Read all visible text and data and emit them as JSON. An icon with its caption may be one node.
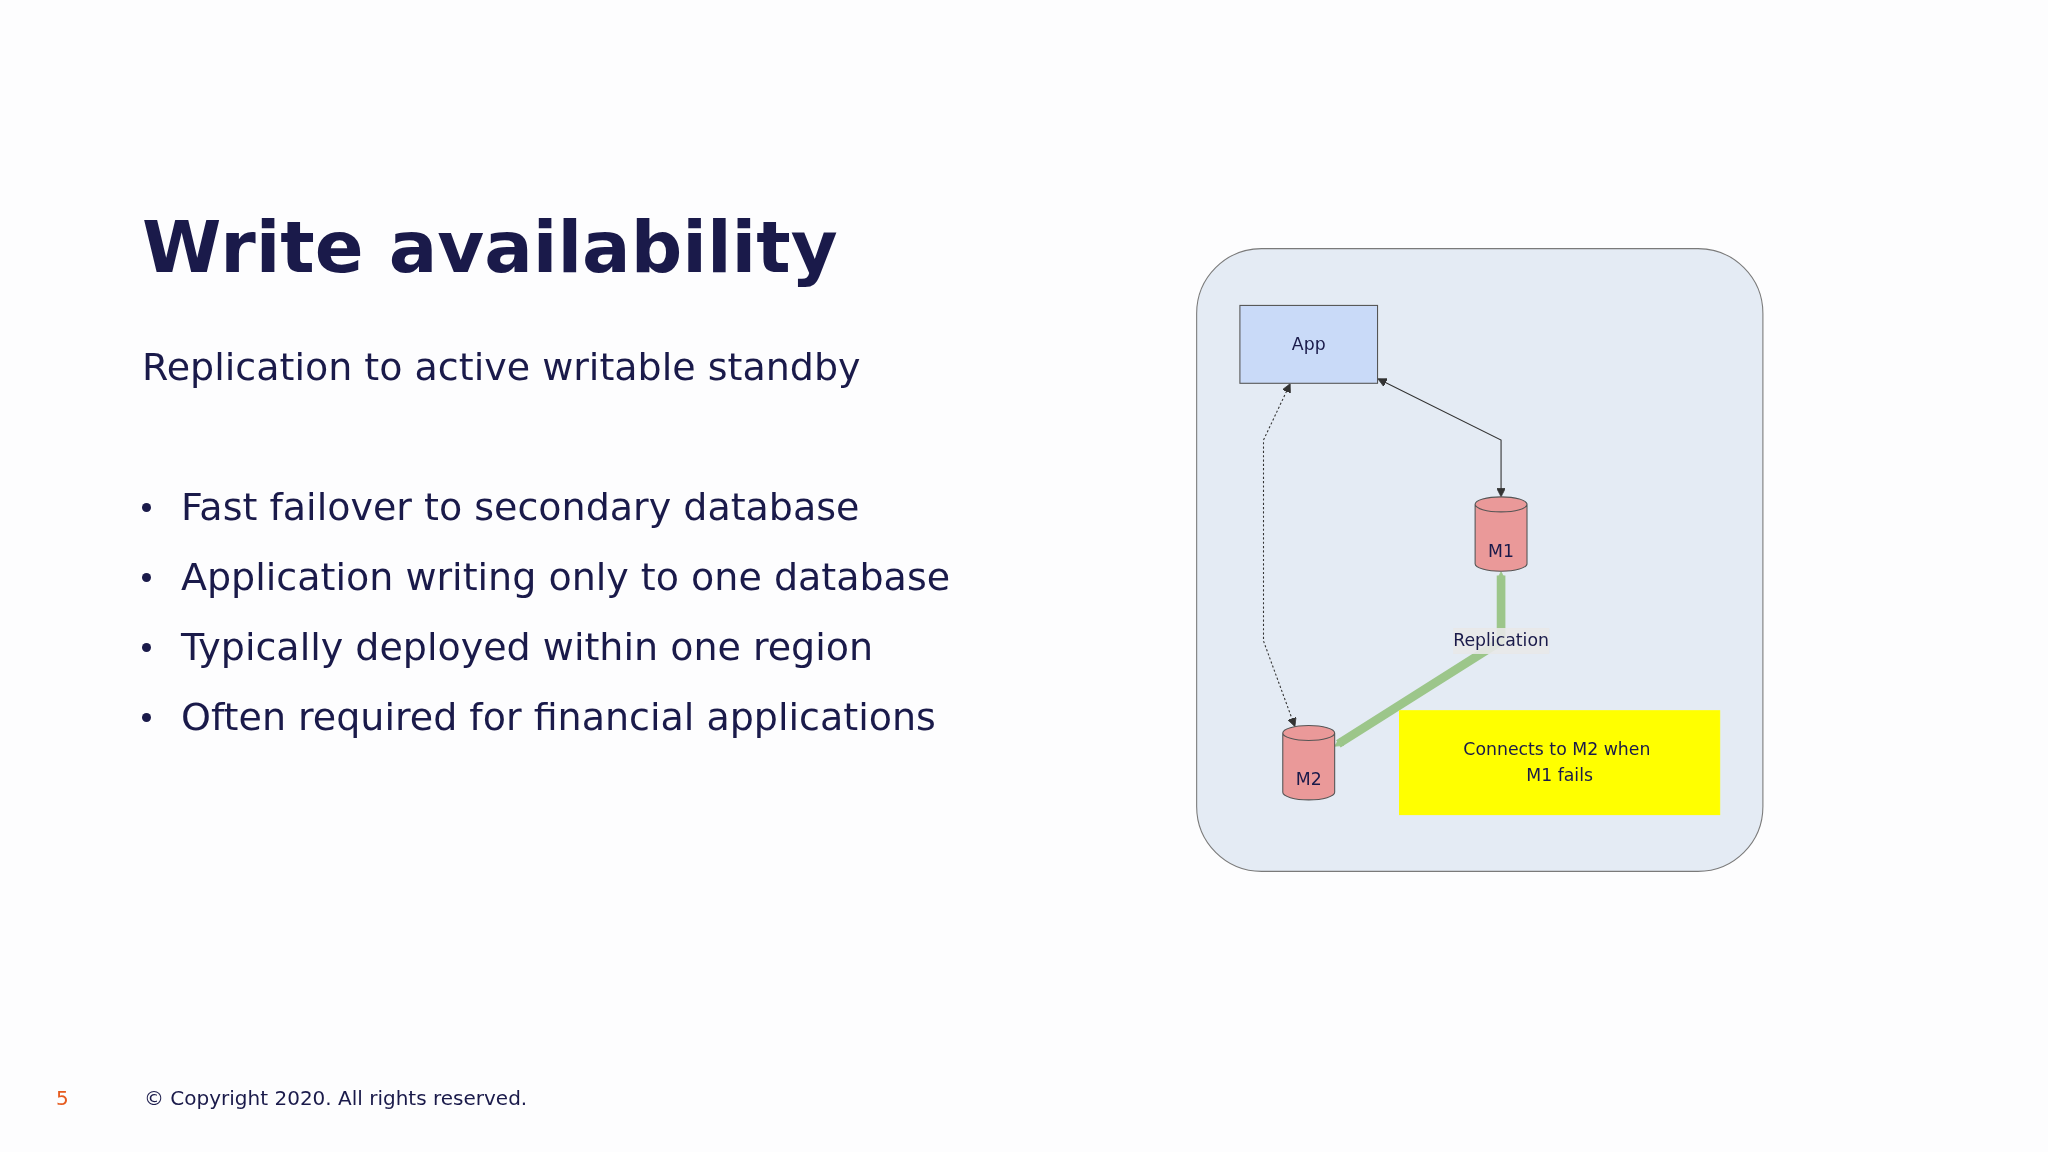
{
  "diagram": {
    "title": "Write availability",
    "nodes": [
      {
        "text": [],
        "shape": "box"
      },
      {
        "text": [
          "App"
        ],
        "in": 0
      },
      {
        "text": [
          "Connects to M2 when M1 fails"
        ],
        "in": 0
      },
      {
        "text": [
          "M1"
        ],
        "in": 0
      },
      {
        "text": [
          "M2"
        ],
        "in": 0
      }
    ],
    "edges": [
      {
        "from": 1,
        "to": 3,
        "arrow": "both"
      },
      {
        "from": 1,
        "to": 4,
        "arrow": "both",
        "style": "dashed"
      },
      {
        "from": 3,
        "to": 4,
        "arrow": "both",
        "label": "Replication",
        "style": "thick",
        "color": "#9cc68a"
      }
    ],
    "labels": [
      "Replication to active writable standby",
      "Fast failover to secondary database",
      "Application writing only to one database",
      "Typically deployed within one region",
      "Often required for financial applications",
      "5",
      "© Copyright 2020. All rights reserved."
    ]
  }
}
